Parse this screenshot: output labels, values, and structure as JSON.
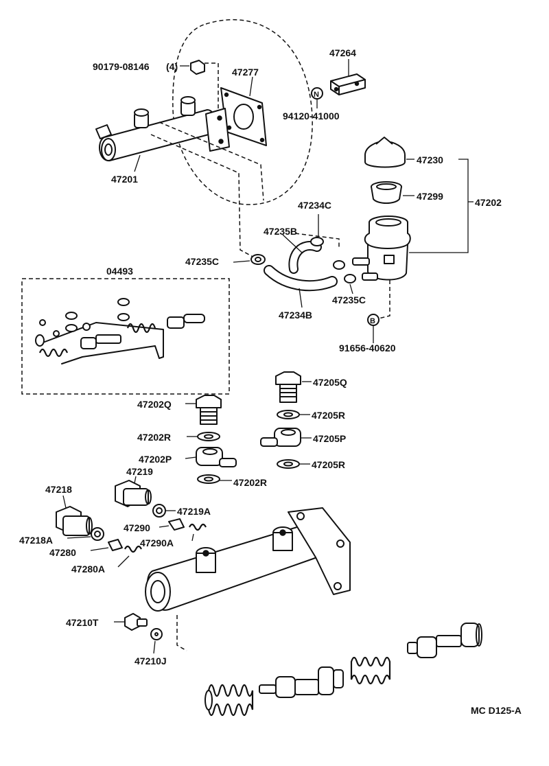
{
  "diagram_code": "MC D125-A",
  "kit_label": "04493",
  "symbols": {
    "n": "N",
    "b": "B"
  },
  "parts": {
    "p90179": "90179-08146",
    "p90179_qty": "(4)",
    "p47277": "47277",
    "p47264": "47264",
    "p94120": "94120-41000",
    "p47201": "47201",
    "p47230": "47230",
    "p47299": "47299",
    "p47202": "47202",
    "p47234C": "47234C",
    "p47235B": "47235B",
    "p47235C_left": "47235C",
    "p47235C_right": "47235C",
    "p47234B": "47234B",
    "p91656": "91656-40620",
    "p47205Q": "47205Q",
    "p47205R_top": "47205R",
    "p47205P": "47205P",
    "p47205R_bottom": "47205R",
    "p47202Q": "47202Q",
    "p47202R_top": "47202R",
    "p47202P": "47202P",
    "p47202R_bottom": "47202R",
    "p47218": "47218",
    "p47219": "47219",
    "p47219A": "47219A",
    "p47290": "47290",
    "p47290A": "47290A",
    "p47218A": "47218A",
    "p47280": "47280",
    "p47280A": "47280A",
    "p47210T": "47210T",
    "p47210J": "47210J"
  }
}
